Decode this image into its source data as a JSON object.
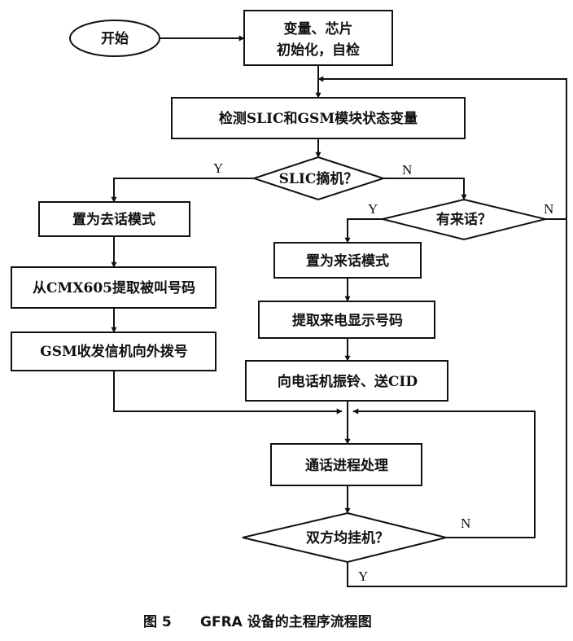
{
  "nodes": {
    "start": "开始",
    "init_line1": "变量、芯片",
    "init_line2": "初始化，自检",
    "check_status": "检测SLIC和GSM模块状态变量",
    "slic_offhook": "SLIC摘机？",
    "set_outgoing": "置为去话模式",
    "extract_called": "从CMX605提取被叫号码",
    "gsm_dial": "GSM收发信机向外拨号",
    "incoming_call": "有来话？",
    "set_incoming": "置为来话模式",
    "extract_caller": "提取来电显示号码",
    "ring_send_cid": "向电话机振铃、送CID",
    "call_process": "通话进程处理",
    "both_onhook": "双方均挂机？"
  },
  "branch_labels": {
    "slic_yes": "Y",
    "slic_no": "N",
    "incoming_yes": "Y",
    "incoming_no": "N",
    "hangup_no": "N",
    "hangup_yes": "Y"
  },
  "caption": {
    "figure": "图 5",
    "title": "GFRA 设备的主程序流程图"
  }
}
